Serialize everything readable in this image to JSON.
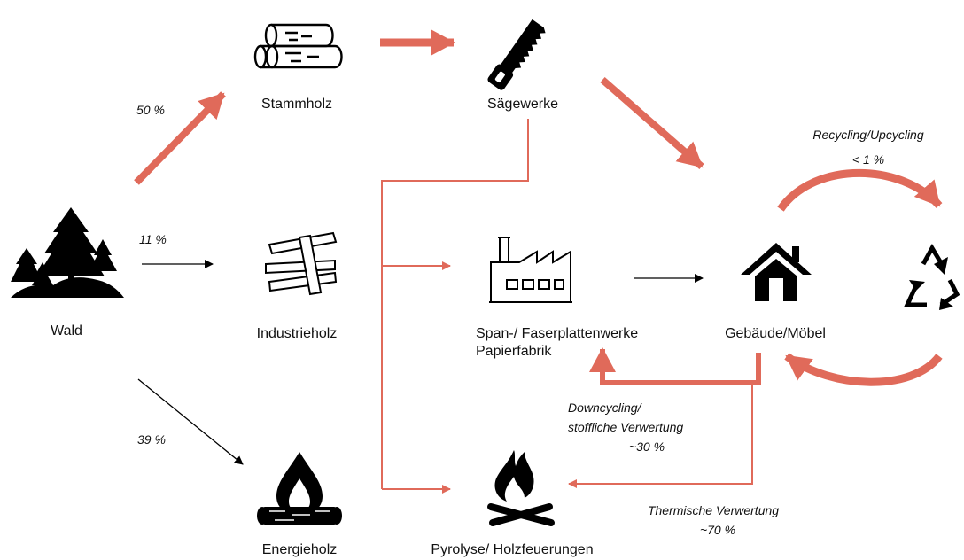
{
  "nodes": {
    "wald": "Wald",
    "stammholz": "Stammholz",
    "industrieholz": "Industrieholz",
    "energieholz": "Energieholz",
    "saegewerke": "Sägewerke",
    "span_line1": "Span-/ Faserplattenwerke",
    "span_line2": "Papierfabrik",
    "gebaeude": "Gebäude/Möbel",
    "pyrolyse": "Pyrolyse/ Holzfeuerungen"
  },
  "shares": {
    "stammholz": "50 %",
    "industrieholz": "11 %",
    "energieholz": "39 %"
  },
  "flows": {
    "recycling_label": "Recycling/Upcycling",
    "recycling_value": "< 1 %",
    "downcycling_line1": "Downcycling/",
    "downcycling_line2": "stoffliche Verwertung",
    "downcycling_value": "~30 %",
    "thermisch_label": "Thermische Verwertung",
    "thermisch_value": "~70 %"
  },
  "colors": {
    "accent": "#e06a5a",
    "ink": "#000000"
  },
  "icons": {
    "wald": "forest-icon",
    "stammholz": "logs-icon",
    "industrieholz": "planks-icon",
    "energieholz": "firewood-icon",
    "saegewerke": "saw-icon",
    "span": "factory-icon",
    "gebaeude": "house-icon",
    "pyrolyse": "campfire-icon",
    "recycling": "recycle-icon"
  }
}
